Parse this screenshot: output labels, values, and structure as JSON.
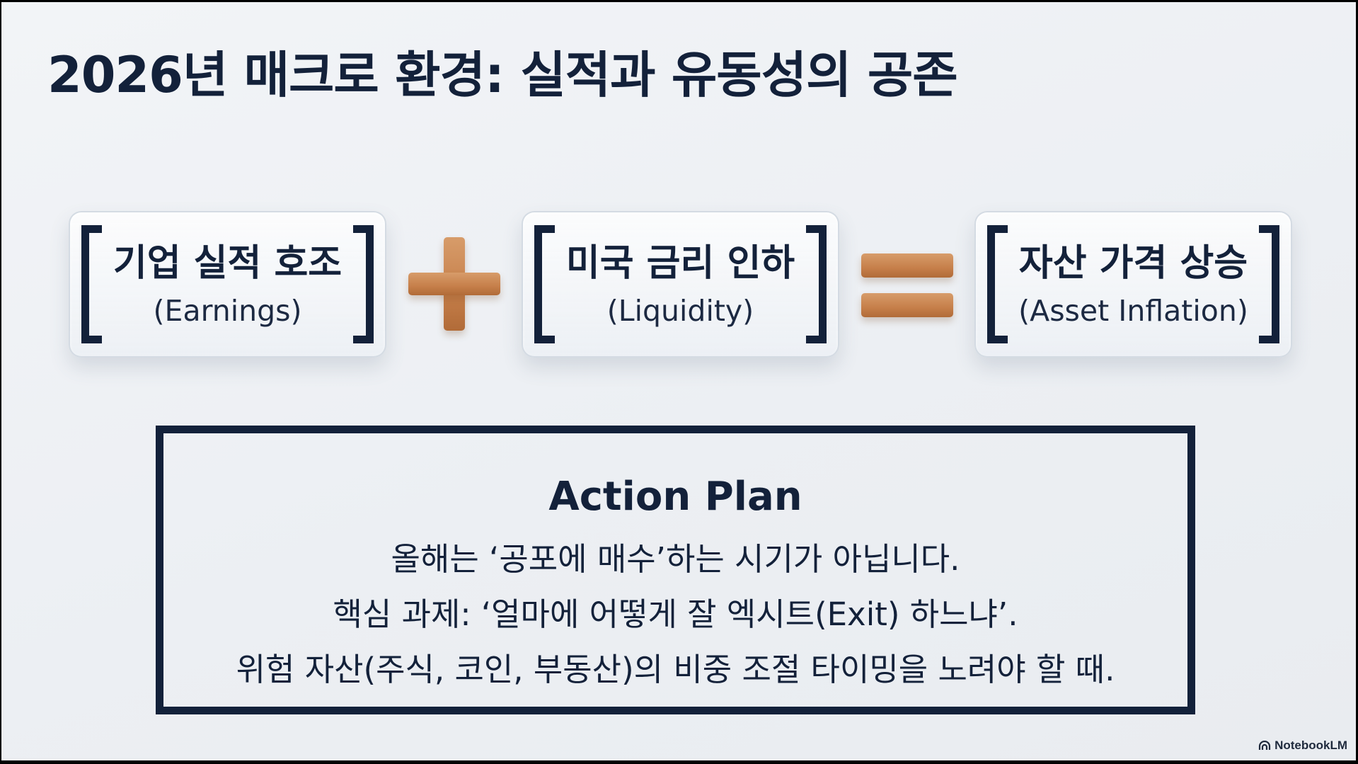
{
  "slide": {
    "title": "2026년 매크로 환경: 실적과 유동성의 공존"
  },
  "equation": {
    "cards": [
      {
        "title": "기업 실적 호조",
        "subtitle": "(Earnings)"
      },
      {
        "title": "미국 금리 인하",
        "subtitle": "(Liquidity)"
      },
      {
        "title": "자산 가격 상승",
        "subtitle": "(Asset Inflation)"
      }
    ],
    "operators": [
      "plus-icon",
      "equals-icon"
    ],
    "operator_color": "#c8824d"
  },
  "action_plan": {
    "title": "Action Plan",
    "lines": [
      "올해는 ‘공포에 매수’하는 시기가 아닙니다.",
      "핵심 과제: ‘얼마에 어떻게 잘 엑시트(Exit) 하느냐’.",
      "위험 자산(주식, 코인, 부동산)의 비중 조절 타이밍을 노려야 할 때."
    ]
  },
  "watermark": {
    "label": "NotebookLM",
    "icon": "notebooklm-logo-icon"
  },
  "colors": {
    "text": "#13213a",
    "background": "#eef1f4",
    "accent": "#c8824d"
  }
}
